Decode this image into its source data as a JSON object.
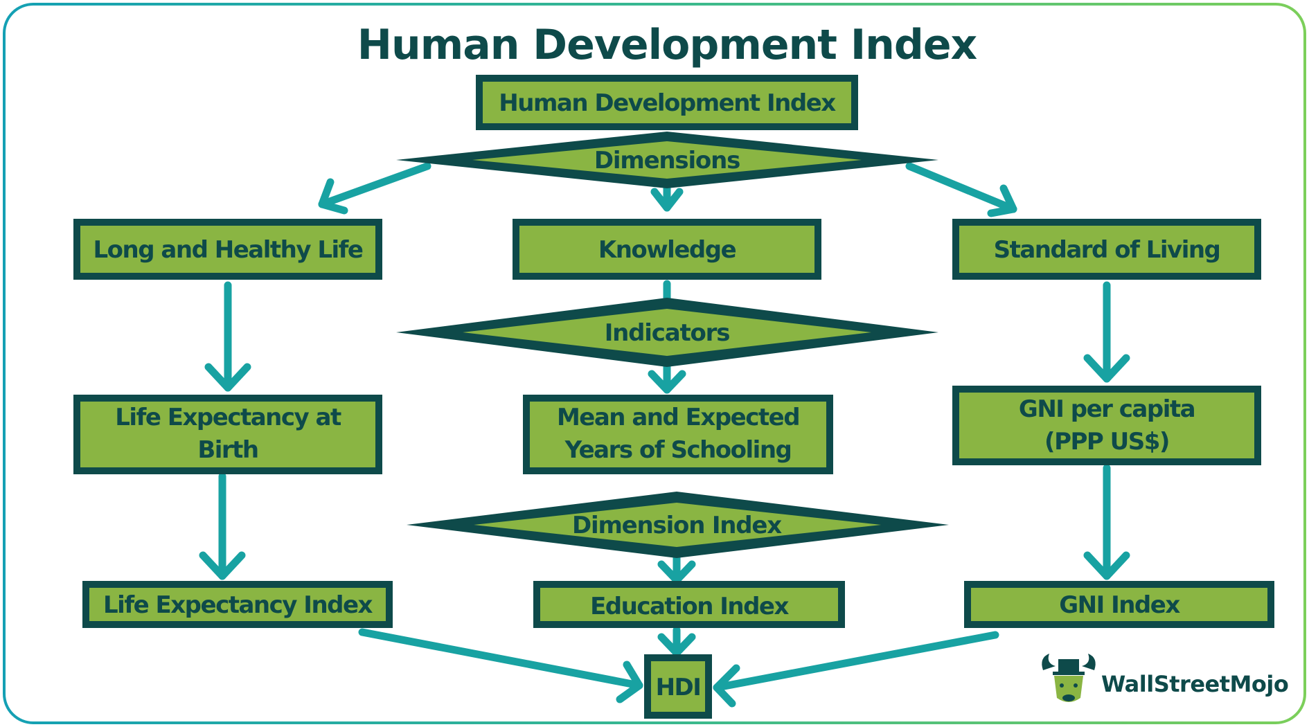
{
  "title": "Human Development Index",
  "nodes": {
    "top": "Human Development Index",
    "dimensions": "Dimensions",
    "long_life": "Long and Healthy Life",
    "knowledge": "Knowledge",
    "standard": "Standard of Living",
    "indicators": "Indicators",
    "life_exp_line1": "Life Expectancy at",
    "life_exp_line2": "Birth",
    "schooling_line1": "Mean and Expected",
    "schooling_line2": "Years of Schooling",
    "gni_line1": "GNI per capita",
    "gni_line2": "(PPP US$)",
    "dimension_index": "Dimension Index",
    "life_exp_index": "Life Expectancy Index",
    "education_index": "Education Index",
    "gni_index": "GNI Index",
    "hdi": "HDI"
  },
  "logo": {
    "text": "WallStreetMojo"
  },
  "colors": {
    "box_fill": "#8ab543",
    "box_border": "#0e4a4a",
    "arrow": "#18a2a2",
    "text": "#0e4a4a"
  }
}
